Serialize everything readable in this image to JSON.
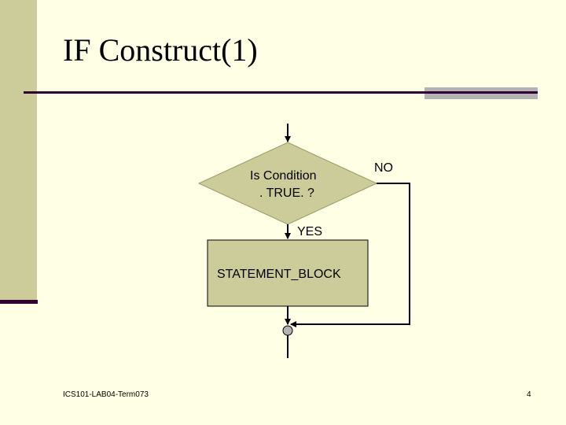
{
  "slide": {
    "title": "IF Construct(1)",
    "footer_left": "ICS101-LAB04-Term073",
    "page_number": "4"
  },
  "flowchart": {
    "decision_line1": "Is Condition",
    "decision_line2": ". TRUE. ?",
    "no_label": "NO",
    "yes_label": "YES",
    "statement_block": "STATEMENT_BLOCK"
  },
  "colors": {
    "background": "#FFFFE5",
    "sidebar": "#CCCC9A",
    "accent_dark": "#330033",
    "shape_fill": "#CCCC9A",
    "accent_gray": "#B3B3B3"
  }
}
